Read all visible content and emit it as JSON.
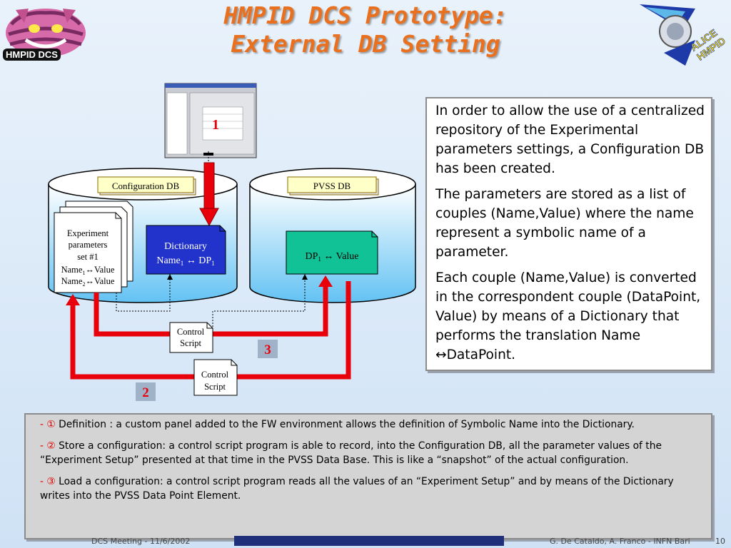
{
  "title": {
    "line1": "HMPID DCS Prototype:",
    "line2": "External DB Setting"
  },
  "logos": {
    "left_label": "HMPID DCS",
    "right_lines": [
      "ALICE",
      "HMPID"
    ]
  },
  "diagram": {
    "config_db_label": "Configuration DB",
    "pvss_db_label": "PVSS DB",
    "experiment_doc": [
      "Experiment",
      "parameters",
      "set #1"
    ],
    "experiment_name1": "Name",
    "experiment_value1": "↔Value",
    "experiment_name2": "Name",
    "experiment_value2": "↔Value",
    "subscript_1": "1",
    "subscript_2": "2",
    "dictionary_title": "Dictionary",
    "dictionary_name": "Name",
    "dictionary_arrow_dp": " ↔ DP",
    "dp_prefix": "DP",
    "dp_suffix": " ↔ Value",
    "control_script_1": [
      "Control",
      "Script"
    ],
    "control_script_2": [
      "Control",
      "Script"
    ],
    "step_1": "1",
    "step_2": "2",
    "step_3": "3",
    "colors": {
      "arrow_red": "#e8000a",
      "dictionary_blue": "#2233cc",
      "dp_teal": "#10c296",
      "cylinder_blue": "#63c2f3",
      "step_badge_bg": "#9fb2c8"
    }
  },
  "right_text": {
    "p1": "In order to allow the use of a centralized repository of the Experimental parameters settings, a Configuration  DB has been created.",
    "p2": "The parameters are stored as a list of couples (Name,Value) where the name represent a symbolic name of a parameter.",
    "p3": "Each couple (Name,Value) is converted in the correspondent couple (DataPoint, Value) by means of a Dictionary that performs the translation Name ↔DataPoint."
  },
  "bottom_text": {
    "items": [
      {
        "dash": "- ",
        "num": "①",
        "text": " Definition : a custom panel added to the FW environment allows the definition of Symbolic Name into the Dictionary."
      },
      {
        "dash": "- ",
        "num": "②",
        "text": " Store a configuration: a control script program is able to record, into the Configuration DB, all the parameter values of the “Experiment Setup” presented at that time in the PVSS Data Base. This is like a “snapshot” of the actual configuration."
      },
      {
        "dash": "- ",
        "num": "③",
        "text": " Load a configuration: a control script program reads all the values of an “Experiment Setup” and by means of the Dictionary writes into the PVSS Data Point Element."
      }
    ]
  },
  "footer": {
    "left": "DCS Meeting - 11/6/2002",
    "right": "G. De Cataldo, A. Franco - INFN Bari",
    "page": "10"
  }
}
